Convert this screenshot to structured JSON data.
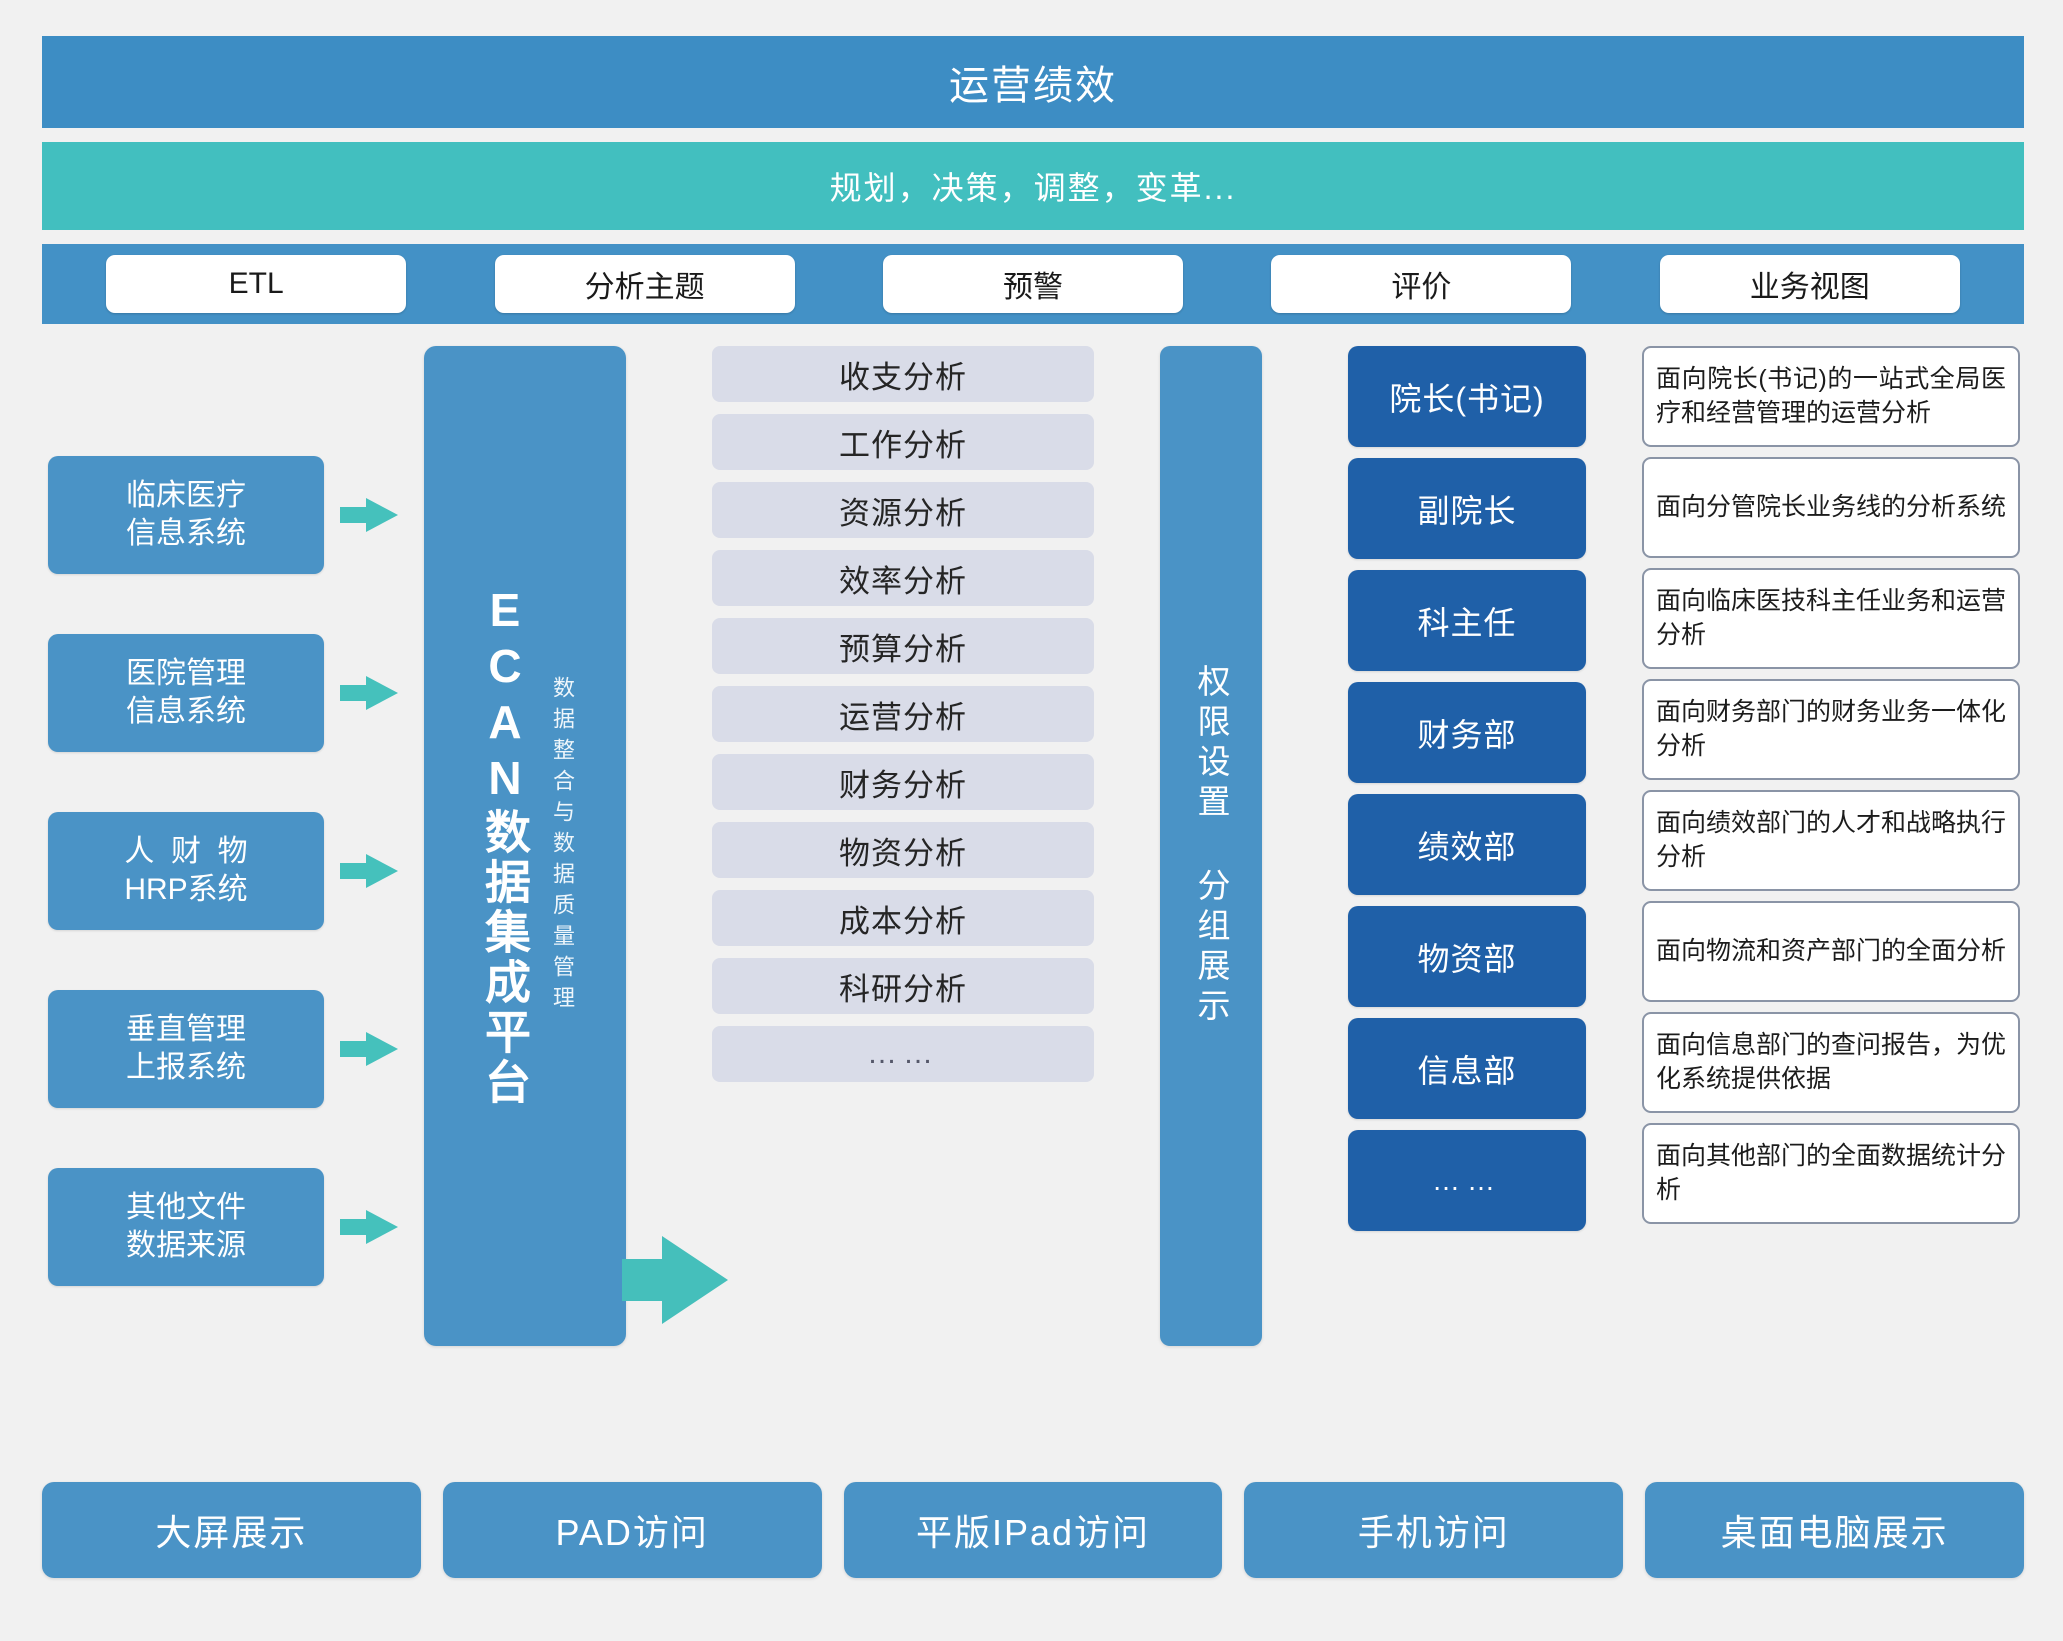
{
  "header": {
    "title": "运营绩效",
    "subtitle": "规划，决策，调整，变革..."
  },
  "nav": {
    "items": [
      {
        "label": "ETL"
      },
      {
        "label": "分析主题"
      },
      {
        "label": "预警"
      },
      {
        "label": "评价"
      },
      {
        "label": "业务视图"
      }
    ]
  },
  "sources": {
    "items": [
      {
        "line1": "临床医疗",
        "line2": "信息系统"
      },
      {
        "line1": "医院管理",
        "line2": "信息系统"
      },
      {
        "line1": "人  财  物",
        "line2": "HRP系统"
      },
      {
        "line1": "垂直管理",
        "line2": "上报系统"
      },
      {
        "line1": "其他文件",
        "line2": "数据来源"
      }
    ]
  },
  "platform": {
    "title": "ECAN数据集成平台",
    "subtitle": "数据整合与数据质量管理"
  },
  "topics": {
    "items": [
      {
        "label": "收支分析"
      },
      {
        "label": "工作分析"
      },
      {
        "label": "资源分析"
      },
      {
        "label": "效率分析"
      },
      {
        "label": "预算分析"
      },
      {
        "label": "运营分析"
      },
      {
        "label": "财务分析"
      },
      {
        "label": "物资分析"
      },
      {
        "label": "成本分析"
      },
      {
        "label": "科研分析"
      },
      {
        "label": "……"
      }
    ]
  },
  "permission": {
    "label": "权限设置 分组展示"
  },
  "roles": {
    "items": [
      {
        "label": "院长(书记)"
      },
      {
        "label": "副院长"
      },
      {
        "label": "科主任"
      },
      {
        "label": "财务部"
      },
      {
        "label": "绩效部"
      },
      {
        "label": "物资部"
      },
      {
        "label": "信息部"
      },
      {
        "label": "……"
      }
    ]
  },
  "descriptions": {
    "items": [
      {
        "text": "面向院长(书记)的一站式全局医疗和经营管理的运营分析"
      },
      {
        "text": "面向分管院长业务线的分析系统"
      },
      {
        "text": "面向临床医技科主任业务和运营分析"
      },
      {
        "text": "面向财务部门的财务业务一体化分析"
      },
      {
        "text": "面向绩效部门的人才和战略执行分析"
      },
      {
        "text": "面向物流和资产部门的全面分析"
      },
      {
        "text": "面向信息部门的查问报告，为优化系统提供依据"
      },
      {
        "text": "面向其他部门的全面数据统计分析"
      }
    ]
  },
  "access": {
    "items": [
      {
        "label": "大屏展示"
      },
      {
        "label": "PAD访问"
      },
      {
        "label": "平版IPad访问"
      },
      {
        "label": "手机访问"
      },
      {
        "label": "桌面电脑展示"
      }
    ]
  },
  "colors": {
    "background": "#f1f1f1",
    "primary_blue": "#4a93c6",
    "banner_blue": "#3d8dc4",
    "teal": "#42bfbf",
    "arrow_teal": "#45c1bc",
    "role_blue": "#1f60a8",
    "topic_gray": "#d9dce8",
    "desc_border": "#8a94a6"
  }
}
